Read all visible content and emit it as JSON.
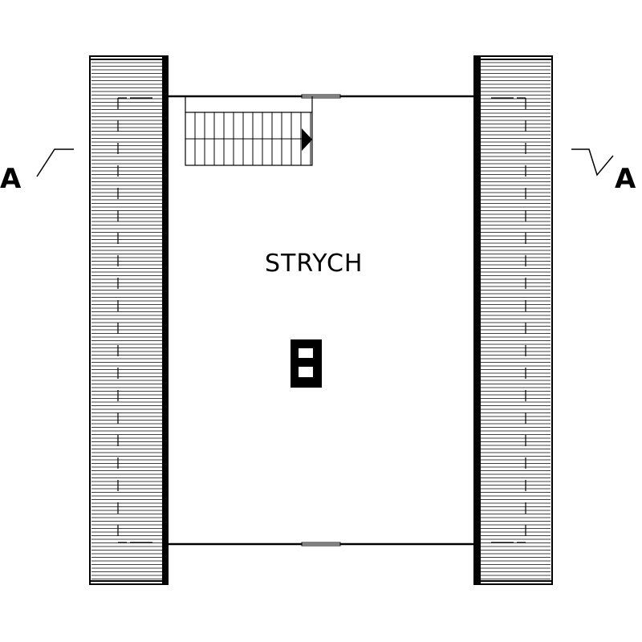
{
  "section_marker": {
    "left_letter": "A",
    "right_letter": "A"
  },
  "room": {
    "name": "STRYCH"
  },
  "colors": {
    "line": "#000000",
    "background": "#ffffff"
  }
}
